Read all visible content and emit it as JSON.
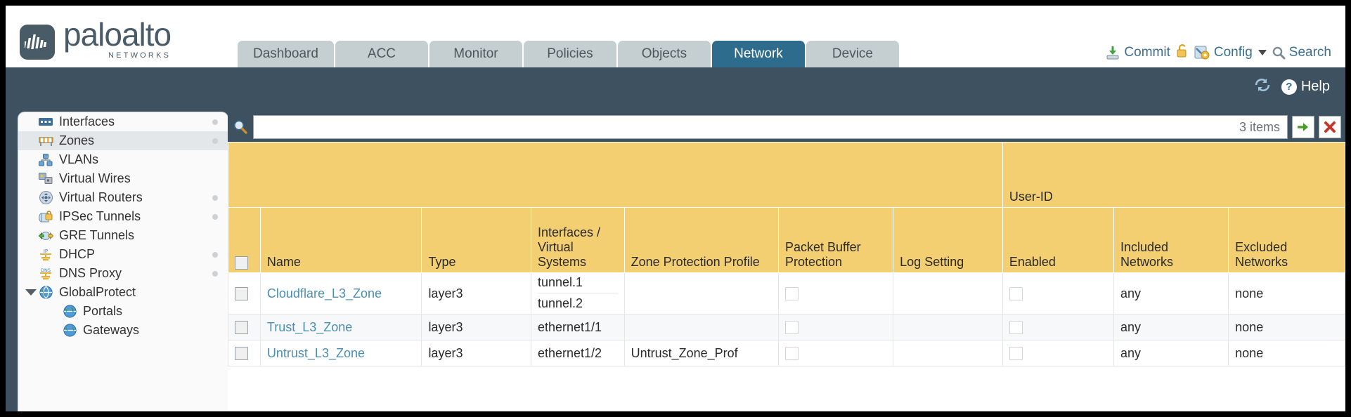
{
  "brand": {
    "name": "paloalto",
    "tagline": "NETWORKS",
    "mark": "logo-mark-icon"
  },
  "nav": {
    "tabs": [
      {
        "label": "Dashboard",
        "active": false
      },
      {
        "label": "ACC",
        "active": false
      },
      {
        "label": "Monitor",
        "active": false
      },
      {
        "label": "Policies",
        "active": false
      },
      {
        "label": "Objects",
        "active": false
      },
      {
        "label": "Network",
        "active": true
      },
      {
        "label": "Device",
        "active": false
      }
    ]
  },
  "actions": {
    "commit": "Commit",
    "lock_icon": "padlock-icon",
    "config": "Config",
    "search": "Search"
  },
  "band": {
    "refresh_icon": "refresh-icon",
    "help": "Help"
  },
  "sidebar": {
    "items": [
      {
        "label": "Interfaces",
        "icon": "interfaces-icon",
        "selected": false,
        "dot": true,
        "child": false,
        "twisty": false
      },
      {
        "label": "Zones",
        "icon": "zones-icon",
        "selected": true,
        "dot": true,
        "child": false,
        "twisty": false
      },
      {
        "label": "VLANs",
        "icon": "vlans-icon",
        "selected": false,
        "dot": false,
        "child": false,
        "twisty": false
      },
      {
        "label": "Virtual Wires",
        "icon": "virtual-wires-icon",
        "selected": false,
        "dot": false,
        "child": false,
        "twisty": false
      },
      {
        "label": "Virtual Routers",
        "icon": "virtual-routers-icon",
        "selected": false,
        "dot": true,
        "child": false,
        "twisty": false
      },
      {
        "label": "IPSec Tunnels",
        "icon": "ipsec-tunnels-icon",
        "selected": false,
        "dot": true,
        "child": false,
        "twisty": false
      },
      {
        "label": "GRE Tunnels",
        "icon": "gre-tunnels-icon",
        "selected": false,
        "dot": false,
        "child": false,
        "twisty": false
      },
      {
        "label": "DHCP",
        "icon": "dhcp-icon",
        "selected": false,
        "dot": true,
        "child": false,
        "twisty": false
      },
      {
        "label": "DNS Proxy",
        "icon": "dns-proxy-icon",
        "selected": false,
        "dot": true,
        "child": false,
        "twisty": false
      },
      {
        "label": "GlobalProtect",
        "icon": "globalprotect-icon",
        "selected": false,
        "dot": false,
        "child": false,
        "twisty": true
      },
      {
        "label": "Portals",
        "icon": "portals-icon",
        "selected": false,
        "dot": false,
        "child": true,
        "twisty": false
      },
      {
        "label": "Gateways",
        "icon": "gateways-icon",
        "selected": false,
        "dot": false,
        "child": true,
        "twisty": false
      }
    ]
  },
  "search": {
    "value": "",
    "placeholder": "",
    "items_count": "3 items",
    "apply_icon": "green-arrow-icon",
    "clear_icon": "red-x-icon"
  },
  "table": {
    "group_header": "User-ID",
    "columns": [
      "Name",
      "Type",
      "Interfaces / Virtual Systems",
      "Zone Protection Profile",
      "Packet Buffer Protection",
      "Log Setting",
      "Enabled",
      "Included Networks",
      "Excluded Networks"
    ],
    "rows": [
      {
        "selected": false,
        "name": "Cloudflare_L3_Zone",
        "type": "layer3",
        "interfaces": [
          "tunnel.1",
          "tunnel.2"
        ],
        "zone_protection_profile": "",
        "packet_buffer_protection": false,
        "log_setting": "",
        "enabled": false,
        "included_networks": "any",
        "excluded_networks": "none"
      },
      {
        "selected": false,
        "name": "Trust_L3_Zone",
        "type": "layer3",
        "interfaces": [
          "ethernet1/1"
        ],
        "zone_protection_profile": "",
        "packet_buffer_protection": false,
        "log_setting": "",
        "enabled": false,
        "included_networks": "any",
        "excluded_networks": "none"
      },
      {
        "selected": false,
        "name": "Untrust_L3_Zone",
        "type": "layer3",
        "interfaces": [
          "ethernet1/2"
        ],
        "zone_protection_profile": "Untrust_Zone_Prof",
        "packet_buffer_protection": false,
        "log_setting": "",
        "enabled": false,
        "included_networks": "any",
        "excluded_networks": "none"
      }
    ]
  },
  "colors": {
    "brand_slate": "#4a5b68",
    "band_blue": "#3e5160",
    "active_tab": "#2e6c8e",
    "tab_grey": "#c5ced1",
    "header_gold": "#f3cf72",
    "group_gold": "#e7b94f",
    "link_blue": "#4a8fb0"
  }
}
